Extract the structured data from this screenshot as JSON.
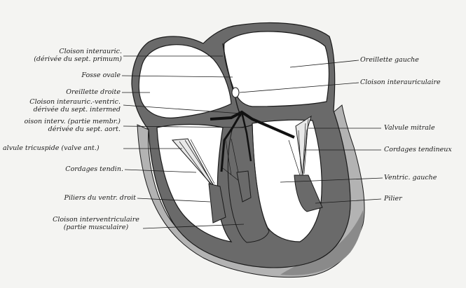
{
  "labels": {
    "cloison_interauric": "Cloison interauric.",
    "cloison_interauric_sub": "(dérivée du sept. primum)",
    "fosse_ovale": "Fosse ovale",
    "oreillette_droite": "Oreillette droite",
    "cloison_interauric_ventric": "Cloison interauric.-ventric.",
    "derivee_sept_intermed": "dérivée du sept. intermed",
    "cloison_interv_membr": "oison interv. (partie membr.)",
    "derivee_sept_aort": "dérivée du sept. aort.",
    "valvule_tricuspide": "alvule tricuspide (valve ant.)",
    "cordages_tendin": "Cordages tendin.",
    "piliers_ventr_droit": "Piliers du ventr. droit",
    "cloison_interventriculaire": "Cloison interventriculaire",
    "partie_musculaire": "(partie musculaire)",
    "oreillette_gauche": "Oreillette gauche",
    "cloison_interauriculaire": "Cloison interauriculaire",
    "valvule_mitrale": "Valvule mitrale",
    "cordages_tendineux": "Cordages tendineux",
    "ventric_gauche": "Ventric. gauche",
    "pilier": "Pilier"
  },
  "colors": {
    "background": "#f4f4f2",
    "wall_dark": "#6a6a6a",
    "wall_light": "#b3b3b3",
    "outline": "#1a1a1a",
    "chamber": "#ffffff"
  }
}
